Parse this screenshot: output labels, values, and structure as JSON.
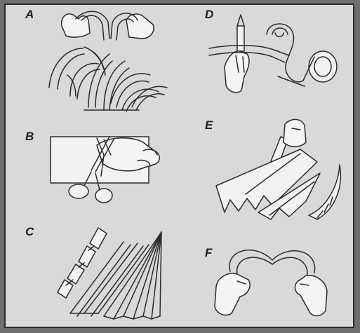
{
  "panels": [
    {
      "letter": "A",
      "subject": "curling-paper-strips-icon"
    },
    {
      "letter": "B",
      "subject": "cutting-paper-icon"
    },
    {
      "letter": "C",
      "subject": "pleated-paper-icon"
    },
    {
      "letter": "D",
      "subject": "curling-strip-with-blade-icon"
    },
    {
      "letter": "E",
      "subject": "scoring-paper-icon"
    },
    {
      "letter": "F",
      "subject": "stretching-paper-loop-icon"
    }
  ],
  "colors": {
    "background": "#6f6f6f",
    "paper": "#d9d9d7",
    "ink": "#2a2a2a"
  }
}
